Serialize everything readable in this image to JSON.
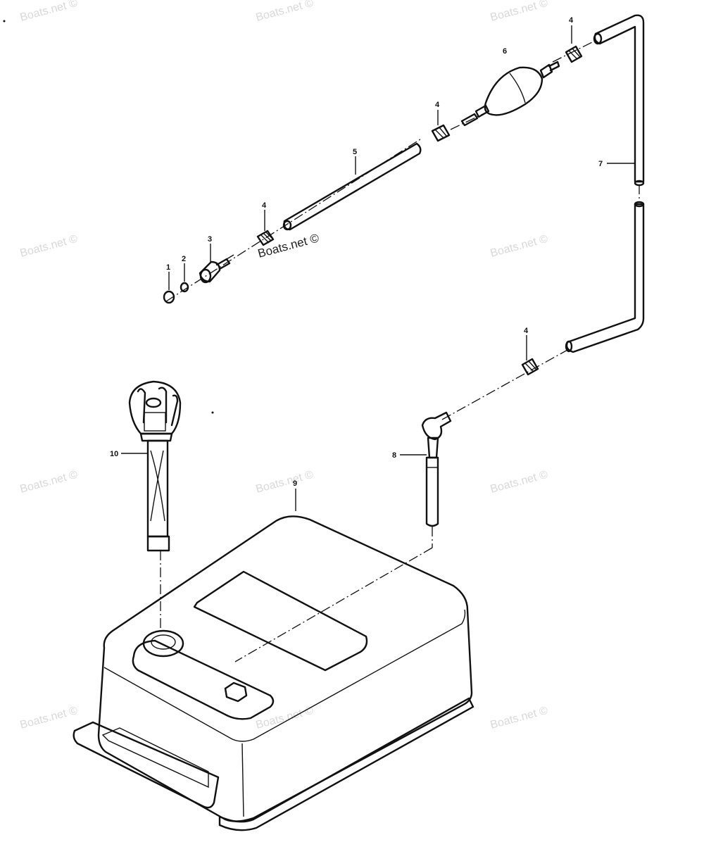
{
  "watermark": {
    "text": "Boats.net ©",
    "overlay_text": "Boats.net ©"
  },
  "callouts": [
    {
      "id": "c1",
      "label": "1"
    },
    {
      "id": "c2",
      "label": "2"
    },
    {
      "id": "c3",
      "label": "3"
    },
    {
      "id": "c4a",
      "label": "4"
    },
    {
      "id": "c4b",
      "label": "4"
    },
    {
      "id": "c4c",
      "label": "4"
    },
    {
      "id": "c4d",
      "label": "4"
    },
    {
      "id": "c5",
      "label": "5"
    },
    {
      "id": "c6",
      "label": "6"
    },
    {
      "id": "c7",
      "label": "7"
    },
    {
      "id": "c8",
      "label": "8"
    },
    {
      "id": "c9",
      "label": "9"
    },
    {
      "id": "c10",
      "label": "10"
    }
  ]
}
